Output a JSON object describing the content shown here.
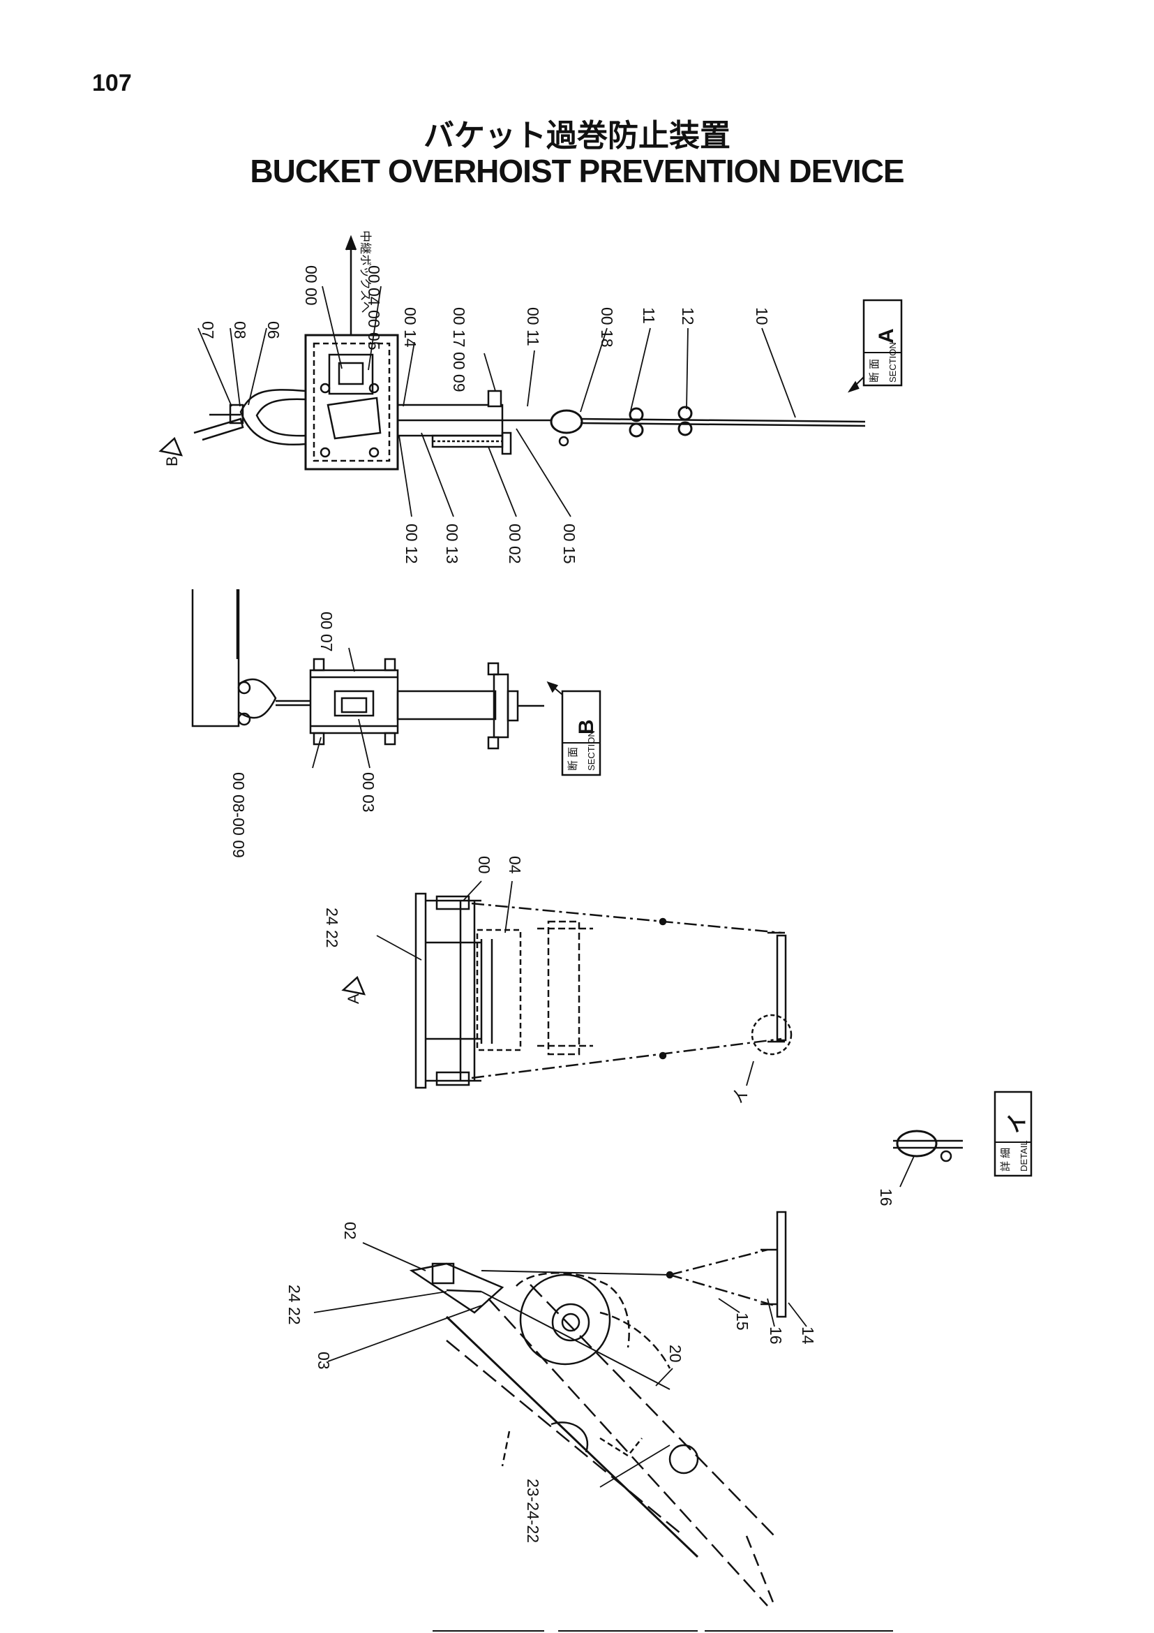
{
  "page_number": "107",
  "title_jp": "バケット過巻防止装置",
  "title_en": "BUCKET OVERHOIST PREVENTION DEVICE",
  "section_a": {
    "jp": "断 面",
    "en": "SECTION",
    "letter": "A"
  },
  "section_b": {
    "jp": "断 面",
    "en": "SECTION",
    "letter": "B"
  },
  "detail_i": {
    "jp": "詳 細",
    "en": "DETAIL",
    "letter": "イ"
  },
  "view_marks": {
    "a": "A",
    "b": "B",
    "i": "イ"
  },
  "note_to_relay_box": "中継ボックスへ",
  "callouts_section_a_top": [
    "07",
    "08",
    "06",
    "00 00",
    "00 04 00 05",
    "00 14",
    "00 17 00 09",
    "00 11",
    "00 18",
    "11",
    "12",
    "10"
  ],
  "callouts_section_a_bottom": [
    "00 12",
    "00 13",
    "00 02",
    "00 15"
  ],
  "callouts_section_b": [
    "00 07",
    "00 08-00 09",
    "00 03"
  ],
  "callouts_plan": [
    "24 22",
    "00",
    "04"
  ],
  "callouts_detail": [
    "16"
  ],
  "callouts_side": [
    "02",
    "24 22",
    "03",
    "15",
    "16",
    "14",
    "20",
    "23-24-22"
  ]
}
